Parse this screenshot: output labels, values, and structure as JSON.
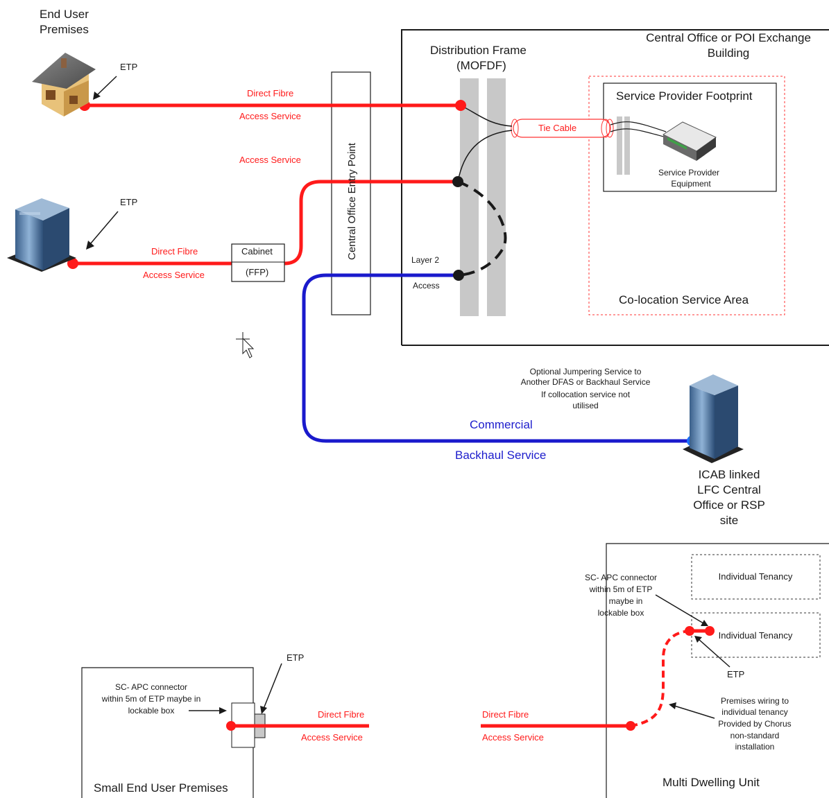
{
  "top": {
    "end_user_premises": [
      "End User",
      "Premises"
    ],
    "etp_house": "ETP",
    "etp_building": "ETP",
    "direct_fibre_top": "Direct Fibre",
    "access_service_top": "Access Service",
    "access_service_mid": "Access Service",
    "direct_fibre_building": "Direct Fibre",
    "access_service_building": "Access Service",
    "cabinet": "Cabinet",
    "ffp": "(FFP)",
    "central_office_entry_point": "Central Office Entry Point",
    "distribution_frame": [
      "Distribution Frame",
      "(MOFDF)"
    ],
    "central_office_building": [
      "Central Office or POI Exchange",
      "Building"
    ],
    "tie_cable": "Tie Cable",
    "service_provider_footprint": "Service Provider Footprint",
    "service_provider_equipment": [
      "Service Provider",
      "Equipment"
    ],
    "co_location_area": "Co-location Service Area",
    "layer2": "Layer 2",
    "access": "Access",
    "optional_jumpering": [
      "Optional Jumpering Service to",
      "Another DFAS or Backhaul Service",
      "If collocation service not",
      "utilised"
    ],
    "commercial": "Commercial",
    "backhaul_service": "Backhaul Service",
    "icab": [
      "ICAB linked",
      "LFC Central",
      "Office or RSP",
      "site"
    ]
  },
  "bottom_left": {
    "etp": "ETP",
    "connector_note": [
      "SC- APC connector",
      "within 5m of ETP maybe in",
      "lockable box"
    ],
    "direct_fibre": "Direct Fibre",
    "access_service": "Access Service",
    "title": "Small End User Premises"
  },
  "bottom_right": {
    "direct_fibre": "Direct Fibre",
    "access_service": "Access Service",
    "connector_note": [
      "SC- APC connector",
      "within 5m of ETP",
      "maybe in",
      "lockable box"
    ],
    "tenancy_1": "Individual Tenancy",
    "tenancy_2": "Individual Tenancy",
    "etp": "ETP",
    "wiring_note": [
      "Premises wiring to",
      "individual tenancy",
      "Provided by Chorus",
      "non-standard",
      "installation"
    ],
    "title": "Multi Dwelling Unit"
  },
  "colors": {
    "fibre": "#ff1a1a",
    "backhaul": "#1a1acc",
    "frame": "#c8c8c8",
    "text": "#1a1a1a"
  }
}
